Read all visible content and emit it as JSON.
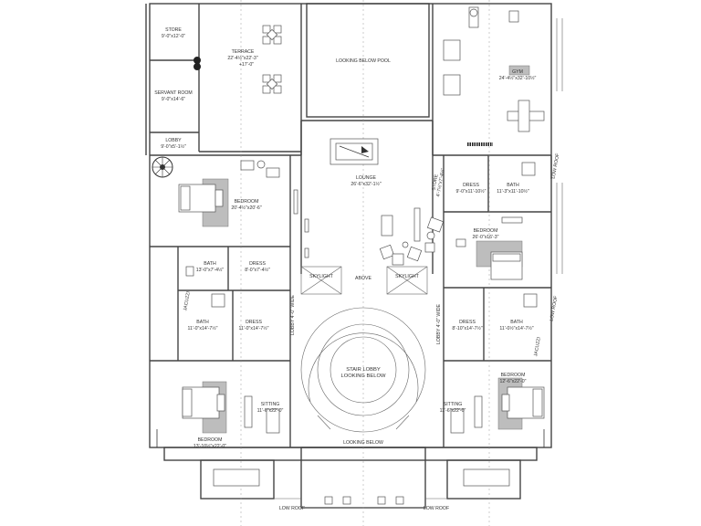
{
  "rooms": {
    "store": {
      "name": "STORE",
      "dim": "9'-0\"x12'-0\""
    },
    "terrace": {
      "name": "TERRACE",
      "dim": "22'-4½\"x22'-3\"",
      "level": "+17'-0\""
    },
    "looking_below_pool": {
      "name": "LOOKING BELOW POOL"
    },
    "gym": {
      "name": "GYM",
      "dim": "24'-4½\"x32'-10½\""
    },
    "servant_room": {
      "name": "SERVANT ROOM",
      "dim": "9'-0\"x14'-6\""
    },
    "lobby_top": {
      "name": "LOBBY",
      "dim": "9'-0\"x5'-1½\""
    },
    "lounge": {
      "name": "LOUNGE",
      "dim": "26'-6\"x32'-1½\""
    },
    "bedroom_left_top": {
      "name": "BEDROOM",
      "dim": "20'-4½\"x20'-6\""
    },
    "dress_right_top": {
      "name": "DRESS",
      "dim": "9'-0\"x11'-10½\""
    },
    "bath_right_top": {
      "name": "BATH",
      "dim": "11'-3\"x11'-10½\""
    },
    "store_right": {
      "name": "STORE",
      "dim": "4'-7½\"x7'-4½\""
    },
    "bedroom_right_top": {
      "name": "BEDROOM",
      "dim": "26'-0\"x16'-3\""
    },
    "bath_left_mid": {
      "name": "BATH",
      "dim": "13'-0\"x7'-4½\""
    },
    "dress_left_mid": {
      "name": "DRESS",
      "dim": "8'-0\"x7'-4½\""
    },
    "skylight_left": {
      "name": "SKYLIGHT"
    },
    "above": {
      "name": "ABOVE"
    },
    "skylight_right": {
      "name": "SKYLIGHT"
    },
    "jacuzzi_left": {
      "name": "JACUZZI"
    },
    "jacuzzi_right": {
      "name": "JACUZZI"
    },
    "lobby_left": {
      "name": "LOBBY 4'-0\" WIDE"
    },
    "lobby_right": {
      "name": "LOBBY 4'-0\" WIDE"
    },
    "bath_left_low": {
      "name": "BATH",
      "dim": "11'-0\"x14'-7½\""
    },
    "dress_left_low": {
      "name": "DRESS",
      "dim": "11'-0\"x14'-7½\""
    },
    "dress_right_low": {
      "name": "DRESS",
      "dim": "8'-10\"x14'-7½\""
    },
    "bath_right_low": {
      "name": "BATH",
      "dim": "11'-0½\"x14'-7½\""
    },
    "stair_lobby": {
      "name": "STAIR LOBBY",
      "sub": "LOOKING BELOW"
    },
    "bedroom_right_low": {
      "name": "BEDROOM",
      "dim": "12'-6\"x22'-0\""
    },
    "sitting_left": {
      "name": "SITTING",
      "dim": "11'-6\"x22'-0\""
    },
    "sitting_right": {
      "name": "SITTING",
      "dim": "11'-6\"x22'-0\""
    },
    "bedroom_left_low": {
      "name": "BEDROOM",
      "dim": "13'-10½\"x22'-0\""
    },
    "looking_below": {
      "name": "LOOKING BELOW"
    },
    "low_roof_right_top": {
      "name": "LOW ROOF"
    },
    "low_roof_right_mid": {
      "name": "LOW ROOF"
    },
    "low_roof_bottom_left": {
      "name": "LOW ROOF"
    },
    "low_roof_bottom_right": {
      "name": "LOW ROOF"
    }
  }
}
